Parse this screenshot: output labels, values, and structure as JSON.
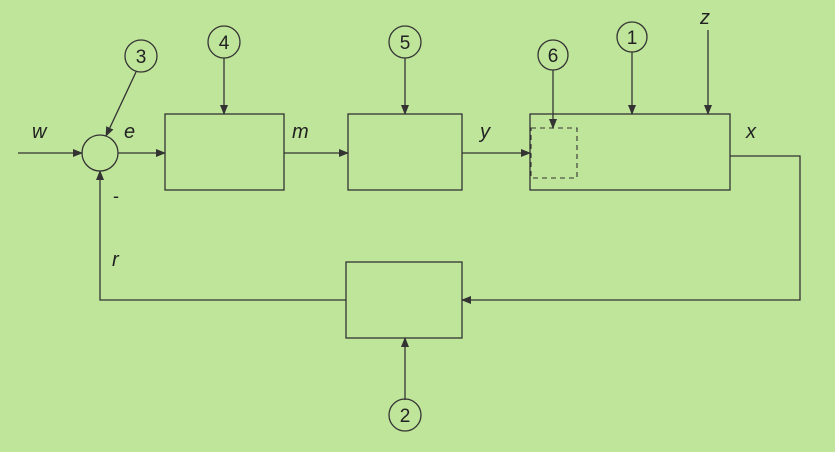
{
  "signals": {
    "w": "w",
    "e": "e",
    "m": "m",
    "y": "y",
    "x": "x",
    "z": "z",
    "r": "r"
  },
  "sign_minus": "-",
  "markers": {
    "m1": "1",
    "m2": "2",
    "m3": "3",
    "m4": "4",
    "m5": "5",
    "m6": "6"
  },
  "colors": {
    "background": "#bfe59a",
    "stroke": "#333333"
  }
}
